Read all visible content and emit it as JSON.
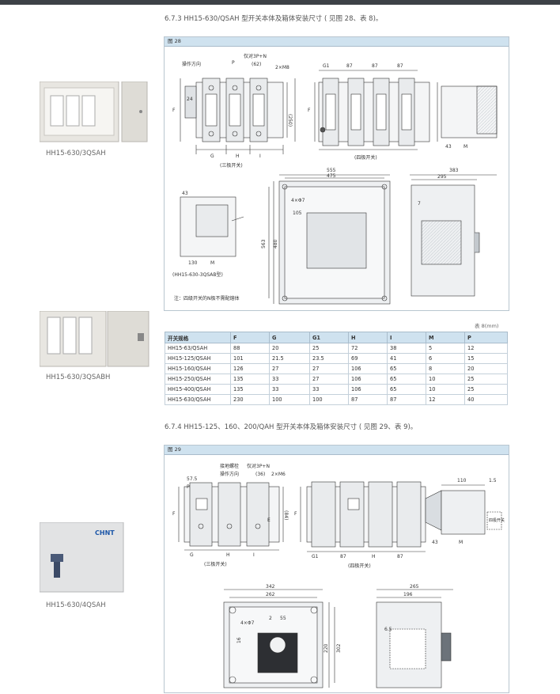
{
  "sections": {
    "s673": "6.7.3 HH15-630/QSAH 型开关本体及箱体安装尺寸 ( 见图 28、表 8)。",
    "s674": "6.7.4 HH15-125、160、200/QAH 型开关本体及箱体安装尺寸 ( 见图 29、表 9)。"
  },
  "fig28": {
    "label": "图 28",
    "callouts": {
      "handle_dir": "操作方向",
      "only_3pn": "仅对3P+N",
      "screw": "2×M8",
      "dim_62": "(62)",
      "dim_250": "(250)",
      "dim_24": "24",
      "dim_g1": "G1",
      "dim_87a": "87",
      "dim_87b": "87",
      "dim_87c": "87",
      "dim_p": "P",
      "dim_f": "F",
      "dim_g": "G",
      "dim_h": "H",
      "dim_i": "I",
      "dim_43": "43",
      "dim_m": "M",
      "dim_m2": "M",
      "label_3p": "(三极开关)",
      "label_4p": "(四极开关)",
      "dim_555": "555",
      "dim_475": "475",
      "dim_383": "383",
      "dim_295": "295",
      "dim_4x7": "4×Φ7",
      "dim_105": "105",
      "dim_563": "563",
      "dim_480": "480",
      "dim_7": "7",
      "dim_130": "130",
      "dim_43b": "43",
      "qsab": "(HH15-630-3QSAB型)",
      "note": "注：四级开关的N极不需配熔体"
    }
  },
  "photos": [
    {
      "caption": "HH15-630/3QSAH"
    },
    {
      "caption": "HH15-630/3QSABH"
    },
    {
      "caption": "HH15-630/4QSAH",
      "brand": "CHNT"
    }
  ],
  "table8": {
    "unit": "表 8(mm)",
    "headers": [
      "开关规格",
      "F",
      "G",
      "G1",
      "H",
      "I",
      "M",
      "P"
    ],
    "rows": [
      [
        "HH15-63/QSAH",
        "88",
        "20",
        "25",
        "72",
        "38",
        "5",
        "12"
      ],
      [
        "HH15-125/QSAH",
        "101",
        "21.5",
        "23.5",
        "69",
        "41",
        "6",
        "15"
      ],
      [
        "HH15-160/QSAH",
        "126",
        "27",
        "27",
        "106",
        "65",
        "8",
        "20"
      ],
      [
        "HH15-250/QSAH",
        "135",
        "33",
        "27",
        "106",
        "65",
        "10",
        "25"
      ],
      [
        "HH15-400/QSAH",
        "135",
        "33",
        "33",
        "106",
        "65",
        "10",
        "25"
      ],
      [
        "HH15-630/QSAH",
        "230",
        "100",
        "100",
        "87",
        "87",
        "12",
        "40"
      ]
    ]
  },
  "fig29": {
    "label": "图 29",
    "callouts": {
      "dim_575": "57.5",
      "ground": "接地螺栓",
      "only_3pn": "仅对3P+N",
      "handle_dir": "操作方向",
      "dim_36": "(36)",
      "screw": "2×M6",
      "dim_p": "P",
      "dim_f": "F",
      "dim_f2": "F",
      "dim_e": "E",
      "dim_84": "(84)",
      "dim_g": "G",
      "dim_h": "H",
      "dim_i": "I",
      "label_3p": "(三极开关)",
      "dim_g1": "G1",
      "dim_87a": "87",
      "dim_h2": "H",
      "dim_87b": "87",
      "label_4p": "(四极开关)",
      "dim_110": "110",
      "dim_15": "1.5",
      "dim_43": "43",
      "dim_m": "M",
      "switch_note": "四极开关",
      "dim_342": "342",
      "dim_262": "262",
      "dim_265": "265",
      "dim_196": "196",
      "dim_4x7": "4×Φ7",
      "dim_2": "2",
      "dim_55": "55",
      "dim_16": "16",
      "dim_220": "220",
      "dim_302": "302",
      "dim_65": "6.5"
    }
  }
}
